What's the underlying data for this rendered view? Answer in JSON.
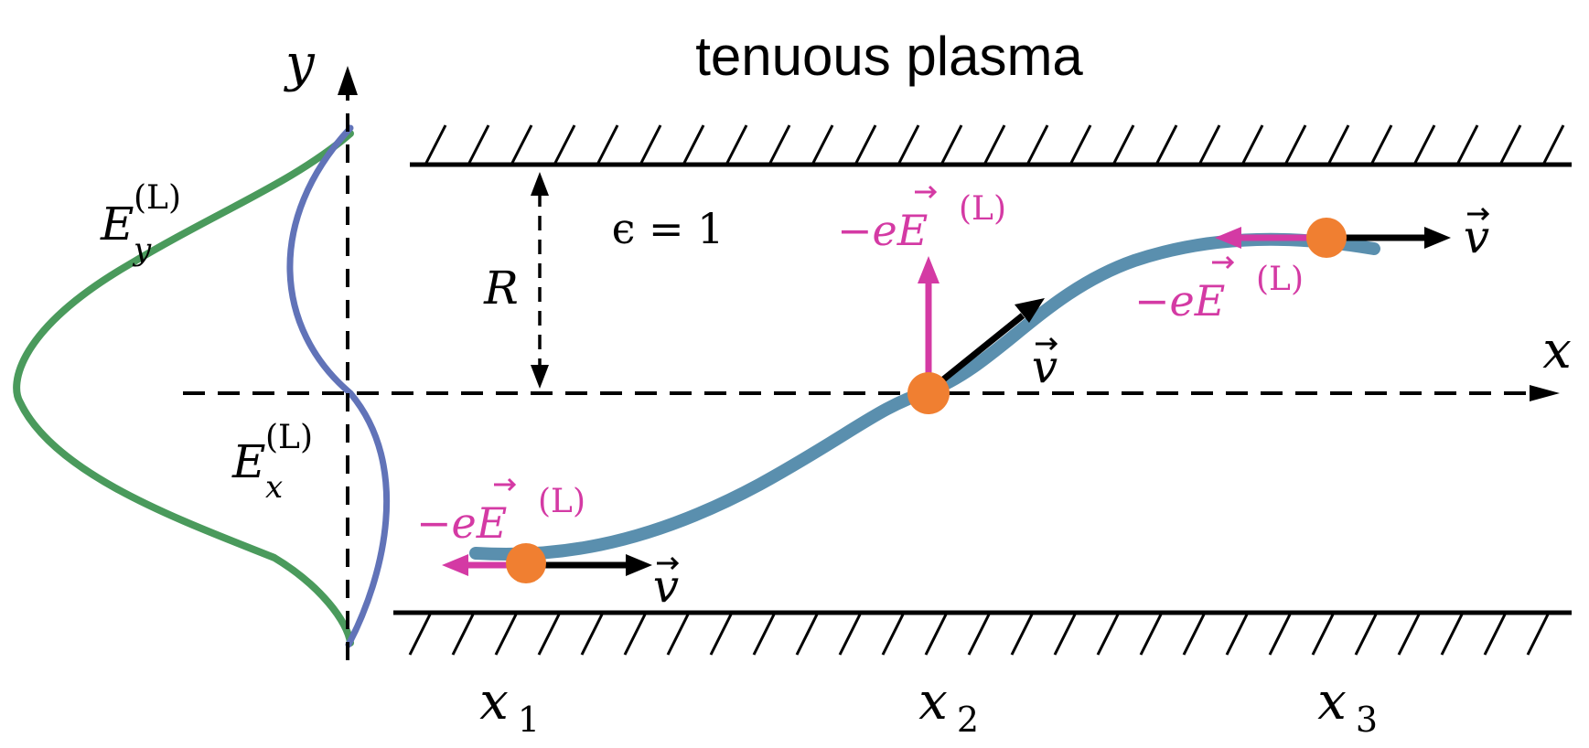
{
  "title": "tenuous plasma",
  "eps_label": "ϵ = 1",
  "radius_label": "R",
  "axes": {
    "x_label": "x",
    "y_label": "y"
  },
  "fields": {
    "ey_main": "E",
    "ey_sub": "y",
    "ex_main": "E",
    "ex_sub": "x",
    "sup": "(L)"
  },
  "force_label": {
    "prefix": "−e",
    "vec": "E",
    "sup": "(L)"
  },
  "velocity_label": "v",
  "positions": {
    "x1_main": "x",
    "x1_sub": "1",
    "x2_main": "x",
    "x2_sub": "2",
    "x3_main": "x",
    "x3_sub": "3"
  },
  "colors": {
    "ey_curve": "#4a9a5c",
    "ex_curve": "#6173b8",
    "trajectory": "#5a8fae",
    "electron": "#f07f31",
    "force": "#d43aa4",
    "velocity": "#000000",
    "axis": "#000000"
  }
}
